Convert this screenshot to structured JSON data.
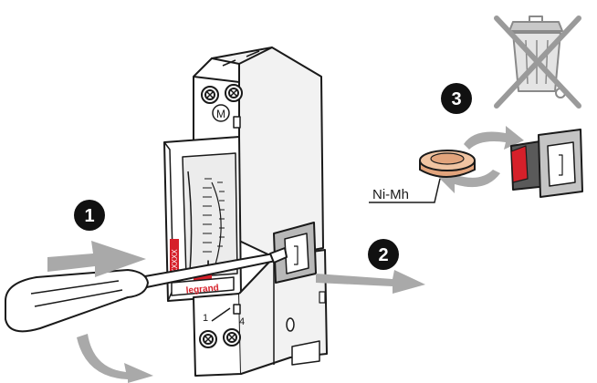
{
  "steps": [
    {
      "number": "1"
    },
    {
      "number": "2"
    },
    {
      "number": "3"
    }
  ],
  "labels": {
    "battery_type": "Ni-Mh",
    "motor_mark": "M",
    "brand": "legrand",
    "side_code": "XXXXX",
    "terminal_left": "1",
    "terminal_right": "4",
    "switch_mark": "I"
  },
  "colors": {
    "arrow_gray": "#a9a9a9",
    "accent_red": "#d6202a",
    "outline": "#1a1a1a",
    "battery_copper": "#e2a47c",
    "cross_gray": "#9a9a9a"
  },
  "icons": [
    "screwdriver-icon",
    "battery-icon",
    "wheelie-bin-icon",
    "cross-icon"
  ]
}
